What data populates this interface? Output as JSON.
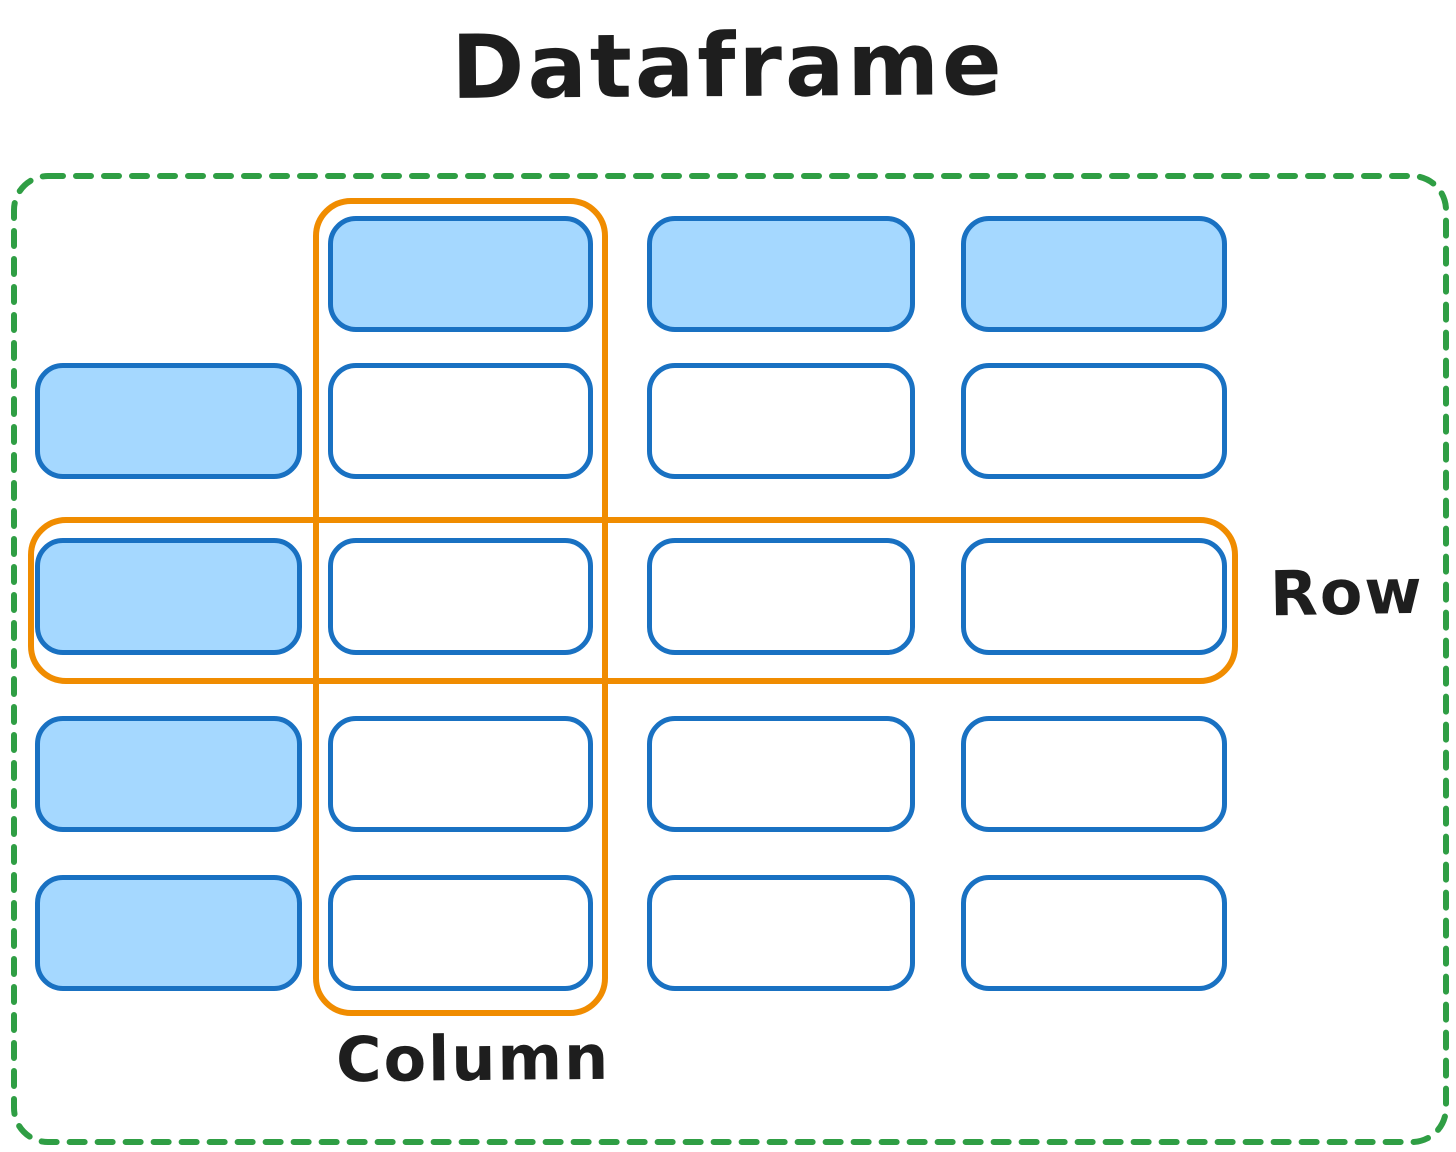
{
  "title": "Dataframe",
  "labels": {
    "row": "Row",
    "column": "Column"
  },
  "colors": {
    "background": "#ffffff",
    "text": "#1e1e1e",
    "cell_stroke": "#1971c2",
    "cell_fill": "#a5d8ff",
    "highlight_stroke": "#f08c00",
    "frame_stroke": "#2f9e44"
  },
  "grid": {
    "columns": 4,
    "rows": 5,
    "cells": [
      [
        null,
        "filled",
        "filled",
        "filled"
      ],
      [
        "filled",
        "empty",
        "empty",
        "empty"
      ],
      [
        "filled",
        "empty",
        "empty",
        "empty"
      ],
      [
        "filled",
        "empty",
        "empty",
        "empty"
      ],
      [
        "filled",
        "empty",
        "empty",
        "empty"
      ]
    ],
    "highlighted_row_index": 2,
    "highlighted_column_index": 1
  }
}
